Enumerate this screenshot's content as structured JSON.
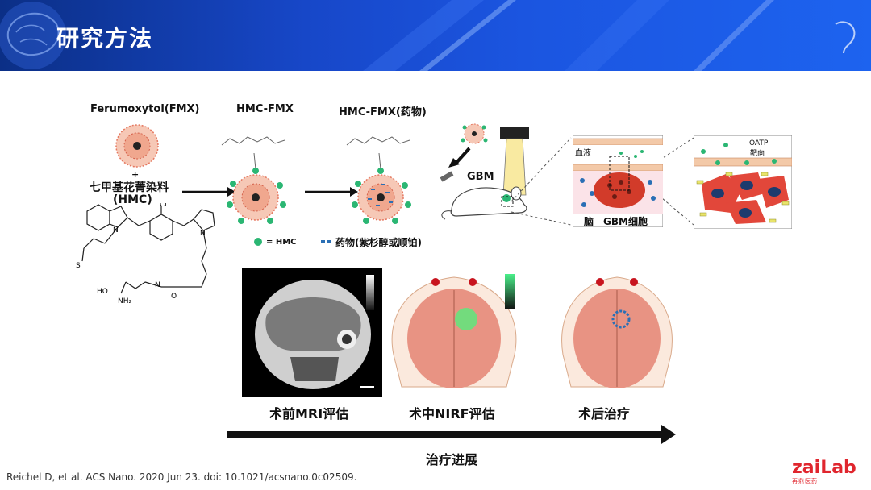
{
  "slide": {
    "title": "研究方法",
    "citation": "Reichel D, et al. ACS Nano. 2020 Jun 23. doi: 10.1021/acsnano.0c02509.",
    "logo_main": "zaiLab",
    "logo_sub": "再鼎医药"
  },
  "synthesis": {
    "fmx_label": "Ferumoxytol(FMX)",
    "plus": "+",
    "hmc_name_cn": "七甲基花菁染料",
    "hmc_name_abbr": "(HMC)",
    "hmc_fmx_label": "HMC-FMX",
    "hmc_fmx_drug_label": "HMC-FMX(药物)",
    "legend_hmc": "= HMC",
    "legend_drug": "药物(紫杉醇或顺铂)",
    "chem": {
      "cl": "Cl",
      "n_plus": "N",
      "n2": "N",
      "so3": "S",
      "nh": "N",
      "nh2": "NH₂",
      "o": "O",
      "ho": "HO"
    }
  },
  "model": {
    "gbm_label": "GBM",
    "blood_label": "血液",
    "brain_label": "脑",
    "gbm_cell_label": "GBM细胞",
    "oatp_label": "OATP",
    "target_label": "靶向"
  },
  "imaging": {
    "pre_op": "术前MRI评估",
    "intra_op": "术中NIRF评估",
    "post_op": "术后治疗",
    "progress": "治疗进展"
  },
  "colors": {
    "header": "#1747c8",
    "hmc_green": "#2bb673",
    "drug_blue": "#2a6fb5",
    "arrow": "#111111",
    "tumor_red": "#e2473a"
  }
}
